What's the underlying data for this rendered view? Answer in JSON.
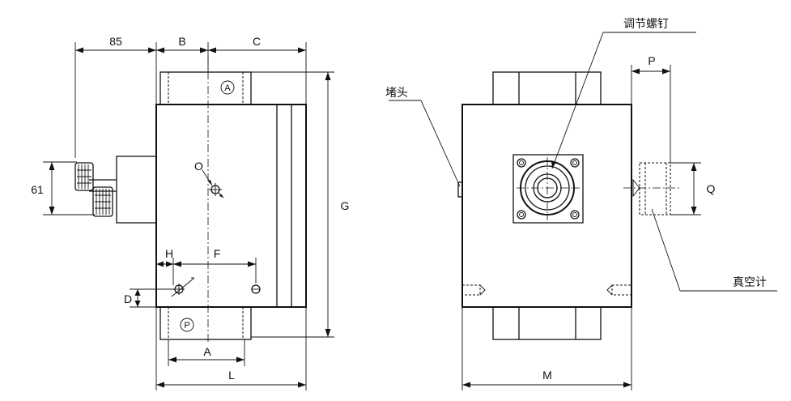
{
  "labels": {
    "dim_85": "85",
    "dim_B": "B",
    "dim_C": "C",
    "dim_61": "61",
    "dim_O": "O",
    "dim_G": "G",
    "dim_H": "H",
    "dim_F": "F",
    "dim_D": "D",
    "dim_A": "A",
    "dim_L": "L",
    "dim_M": "M",
    "dim_P": "P",
    "dim_Q": "Q",
    "port_A": "A",
    "port_P": "P",
    "callout_plug": "堵头",
    "callout_adjust_screw": "调节螺钉",
    "callout_vacuum_gauge": "真空计"
  }
}
